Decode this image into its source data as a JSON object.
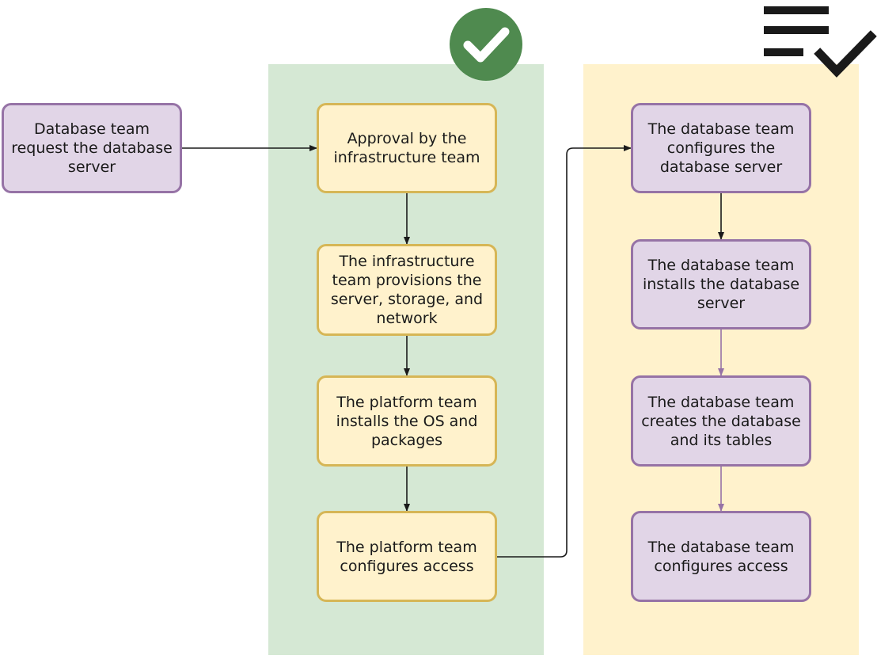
{
  "lanes": {
    "approval": {
      "check_icon": "check-circle-icon",
      "color": "#d5e8d4"
    },
    "database_team": {
      "checklist_icon": "checklist-icon",
      "color": "#fff2cc"
    }
  },
  "nodes": {
    "request": "Database team request the database server",
    "approval": "Approval by the infrastructure team",
    "provision": "The infrastructure team provisions the server, storage, and network",
    "install_os": "The platform team installs the OS and packages",
    "platform_access": "The platform team configures access",
    "db_configure_server": "The database team configures the database server",
    "db_install": "The database team installs the database server",
    "db_create": "The database team creates the database and its tables",
    "db_access": "The database team configures access"
  },
  "colors": {
    "purple_fill": "#e1d5e7",
    "purple_stroke": "#9673a6",
    "yellow_fill": "#fff2cc",
    "yellow_stroke": "#d6b656",
    "green_lane": "#d5e8d4",
    "check_green": "#4f8a4f"
  }
}
